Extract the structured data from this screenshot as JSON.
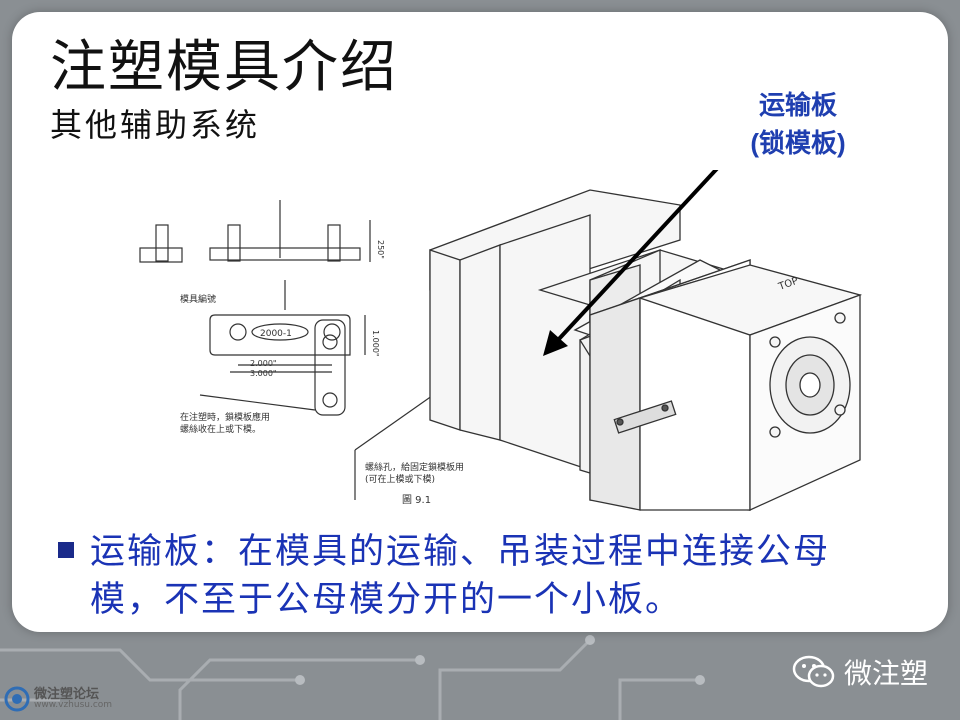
{
  "slide": {
    "title": "注塑模具介绍",
    "subtitle": "其他辅助系统",
    "callout_line1": "运输板",
    "callout_line2": "(锁模板)",
    "bullet": "运输板：在模具的运输、吊装过程中连接公母模，不至于公母模分开的一个小板。"
  },
  "drawing": {
    "label_mold_number": "模具編號",
    "label_id": "2000-1",
    "label_dim_a": "2.000\"",
    "label_dim_b": "3.000\"",
    "label_note1_l1": "在注塑時，鎖模板應用",
    "label_note1_l2": "螺絲收在上或下模。",
    "label_note2_l1": "螺絲孔，給固定鎖模板用",
    "label_note2_l2": "(可在上模或下模)",
    "label_fig": "圖 9.1",
    "label_top": "TOP",
    "label_dim_v1": "250\"",
    "label_dim_v2": "1.000\""
  },
  "footer": {
    "watermark": "微注塑",
    "brand_name": "微注塑论坛",
    "brand_url": "www.vzhusu.com"
  },
  "colors": {
    "accent_blue": "#1a33b5",
    "callout_blue": "#1f3fb0",
    "background_gray": "#8a8f93"
  }
}
